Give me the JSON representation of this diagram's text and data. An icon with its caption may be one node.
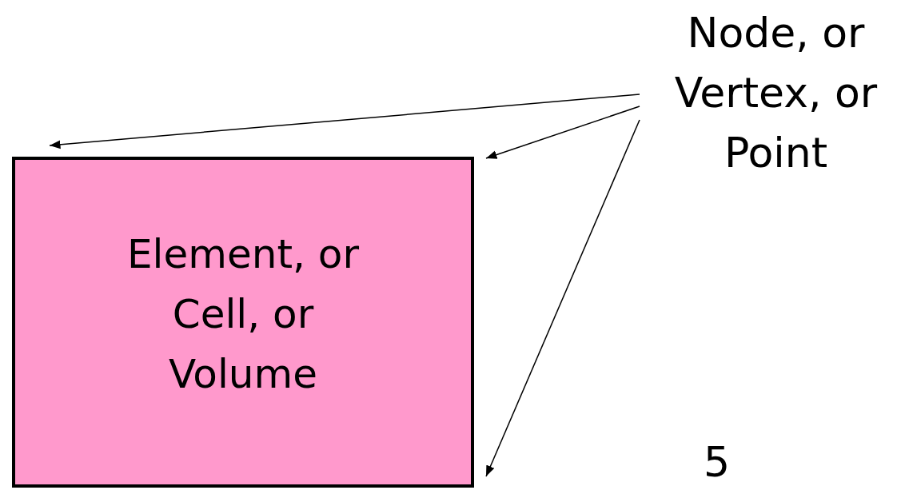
{
  "diagram": {
    "nodes": [
      {
        "text": [
          "Node, or Vertex, or Point"
        ]
      },
      {
        "text": [
          "Element, or Cell, or Volume"
        ]
      }
    ],
    "edges": [
      {
        "from": 0,
        "to": 1,
        "arrow": "to"
      },
      {
        "from": 0,
        "to": 1,
        "arrow": "to"
      },
      {
        "from": 0,
        "to": 1,
        "arrow": "to"
      }
    ],
    "labels": [
      "5"
    ]
  }
}
